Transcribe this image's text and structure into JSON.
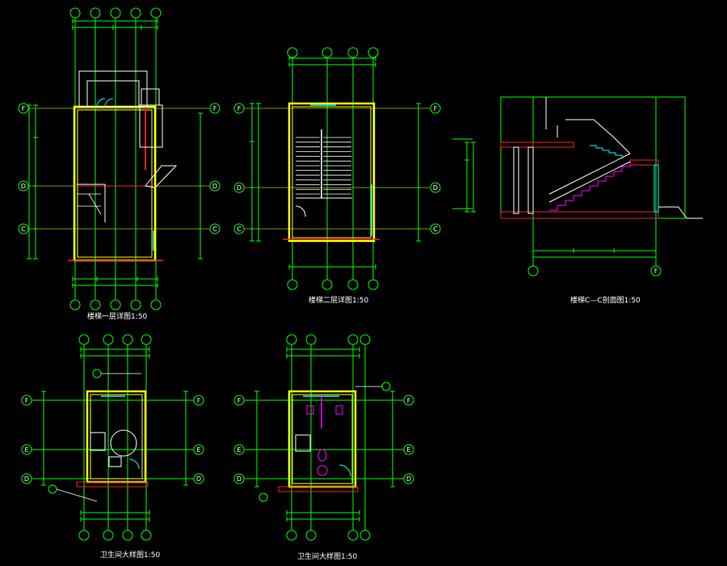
{
  "drawing": {
    "background": "#000000",
    "colors": {
      "axis": "#00ff00",
      "wall": "#ffff00",
      "hatch": "#ff2020",
      "fixture": "#ffffff",
      "door": "#00ffff",
      "sanitary": "#ff00ff"
    },
    "axis_labels": {
      "F": "F",
      "D": "D",
      "C": "C",
      "E": "E"
    },
    "titles": {
      "stair_plan_1": "楼梯一层详图1:50",
      "stair_plan_2": "楼梯二层详图1:50",
      "stair_section": "楼梯C—C剖面图1:50",
      "toilet_plan_1": "卫生间大样图1:50",
      "toilet_plan_2": "卫生间大样图1:50"
    }
  }
}
